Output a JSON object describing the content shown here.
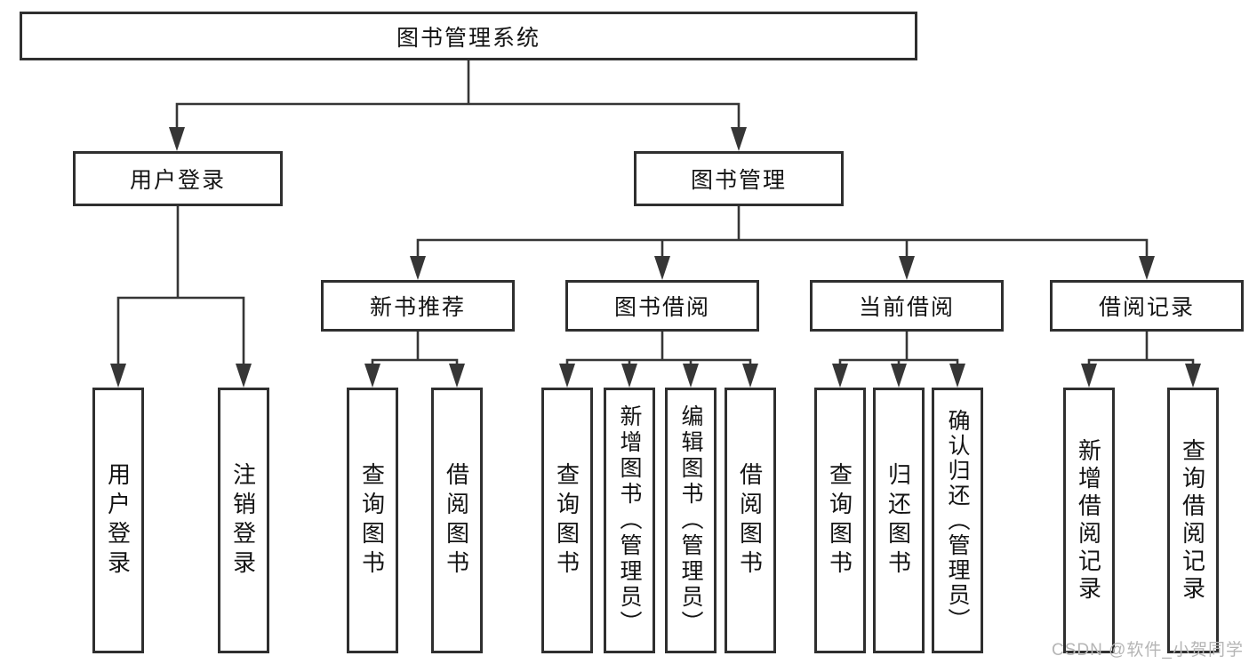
{
  "tree": {
    "label": "图书管理系统",
    "children": [
      {
        "label": "用户登录",
        "children": [
          {
            "label": "用户登录"
          },
          {
            "label": "注销登录"
          }
        ]
      },
      {
        "label": "图书管理",
        "children": [
          {
            "label": "新书推荐",
            "children": [
              {
                "label": "查询图书"
              },
              {
                "label": "借阅图书"
              }
            ]
          },
          {
            "label": "图书借阅",
            "children": [
              {
                "label": "查询图书"
              },
              {
                "label": "新增图书（管理员）"
              },
              {
                "label": "编辑图书（管理员）"
              },
              {
                "label": "借阅图书"
              }
            ]
          },
          {
            "label": "当前借阅",
            "children": [
              {
                "label": "查询图书"
              },
              {
                "label": "归还图书"
              },
              {
                "label": "确认归还（管理员）"
              }
            ]
          },
          {
            "label": "借阅记录",
            "children": [
              {
                "label": "新增借阅记录"
              },
              {
                "label": "查询借阅记录"
              }
            ]
          }
        ]
      }
    ]
  },
  "watermark": {
    "text": "CSDN @软件_小贺同学"
  },
  "colors": {
    "line": "#363636",
    "box_border": "#2f2f2f",
    "text": "#141414",
    "watermark": "#b5b5b5",
    "background": "#ffffff"
  }
}
